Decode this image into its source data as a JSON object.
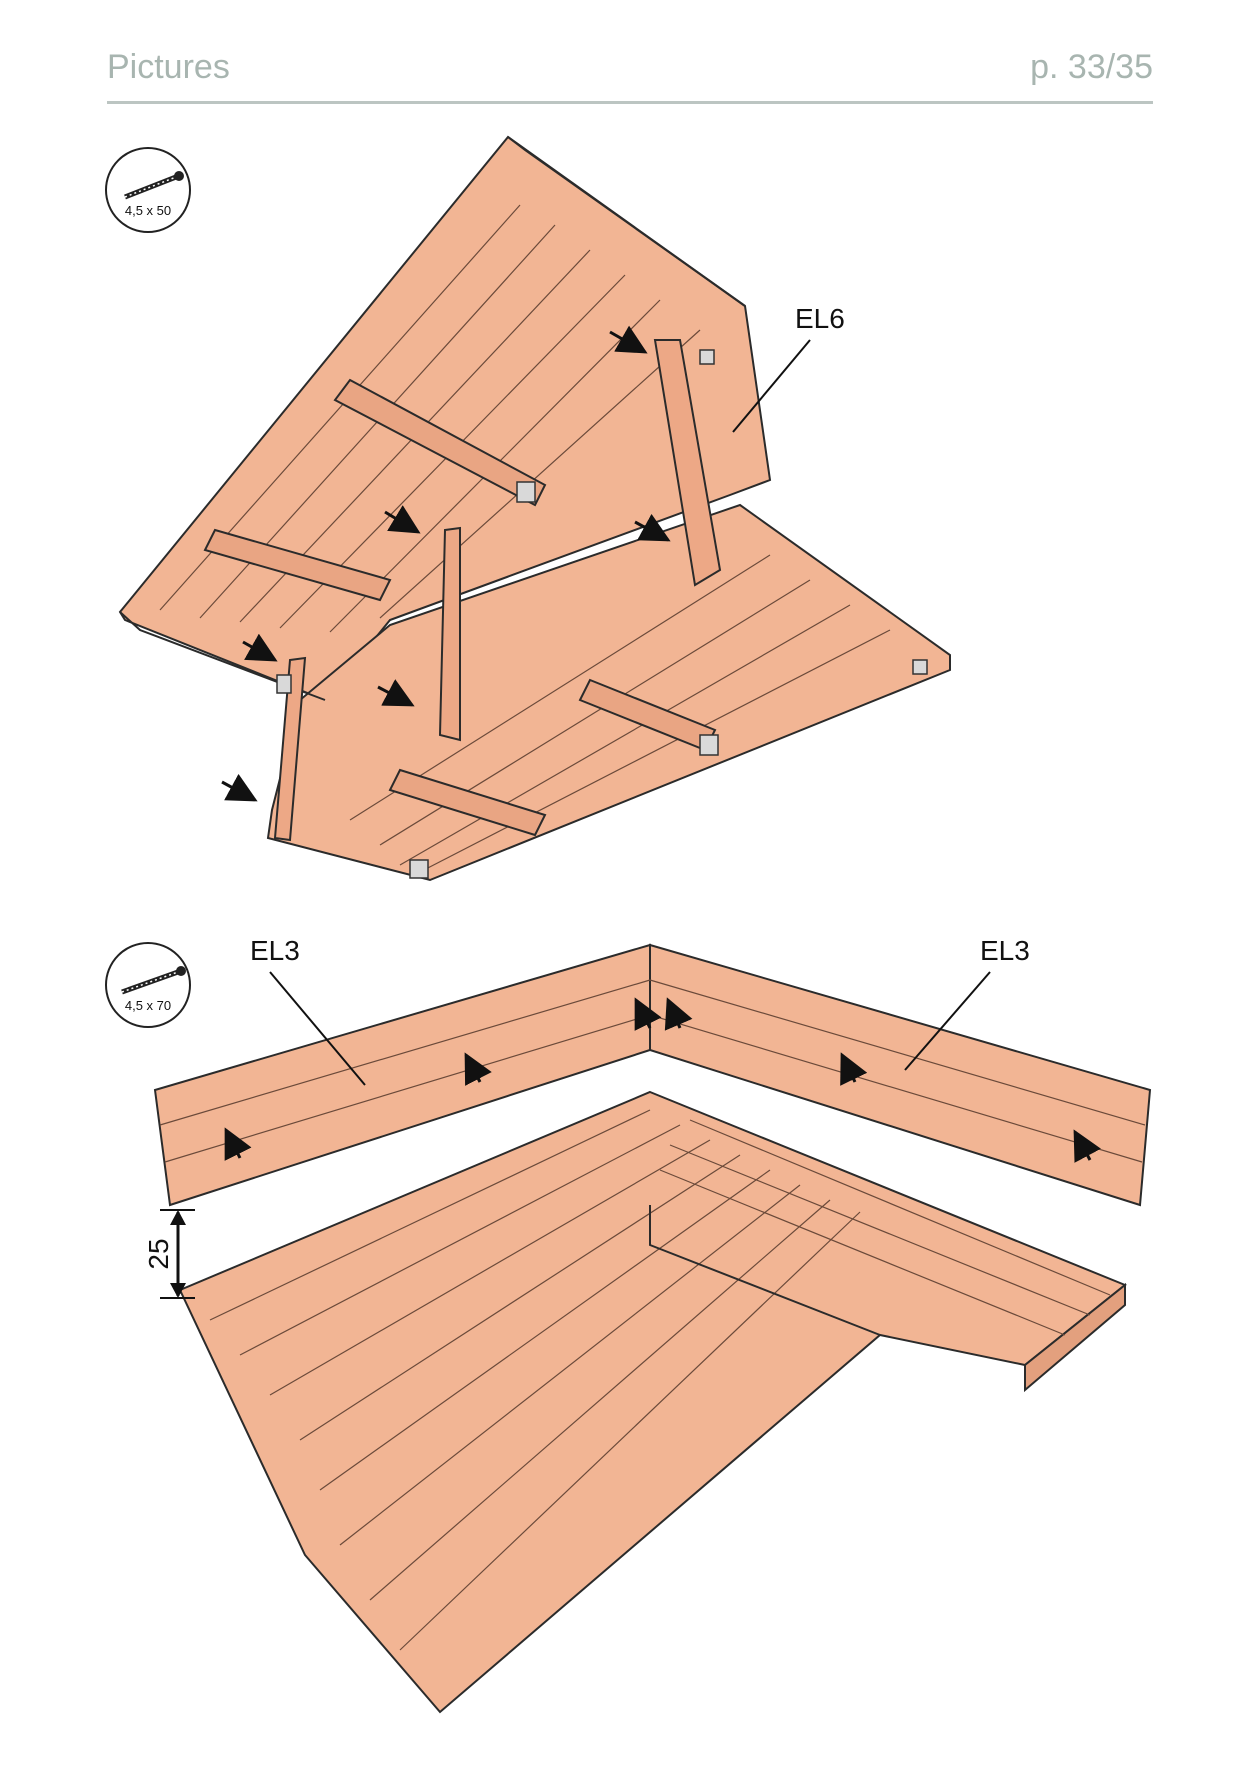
{
  "header": {
    "title": "Pictures",
    "page": "p. 33/35"
  },
  "figure1": {
    "screw_label": "4,5 x 50",
    "part_label": "EL6"
  },
  "figure2": {
    "screw_label": "4,5 x 70",
    "part_label_left": "EL3",
    "part_label_right": "EL3",
    "dimension": "25"
  },
  "colors": {
    "wood": "#f2b594",
    "wood_dark": "#e3a07e",
    "outline": "#2b2b2b",
    "header": "#a8b5b0"
  }
}
